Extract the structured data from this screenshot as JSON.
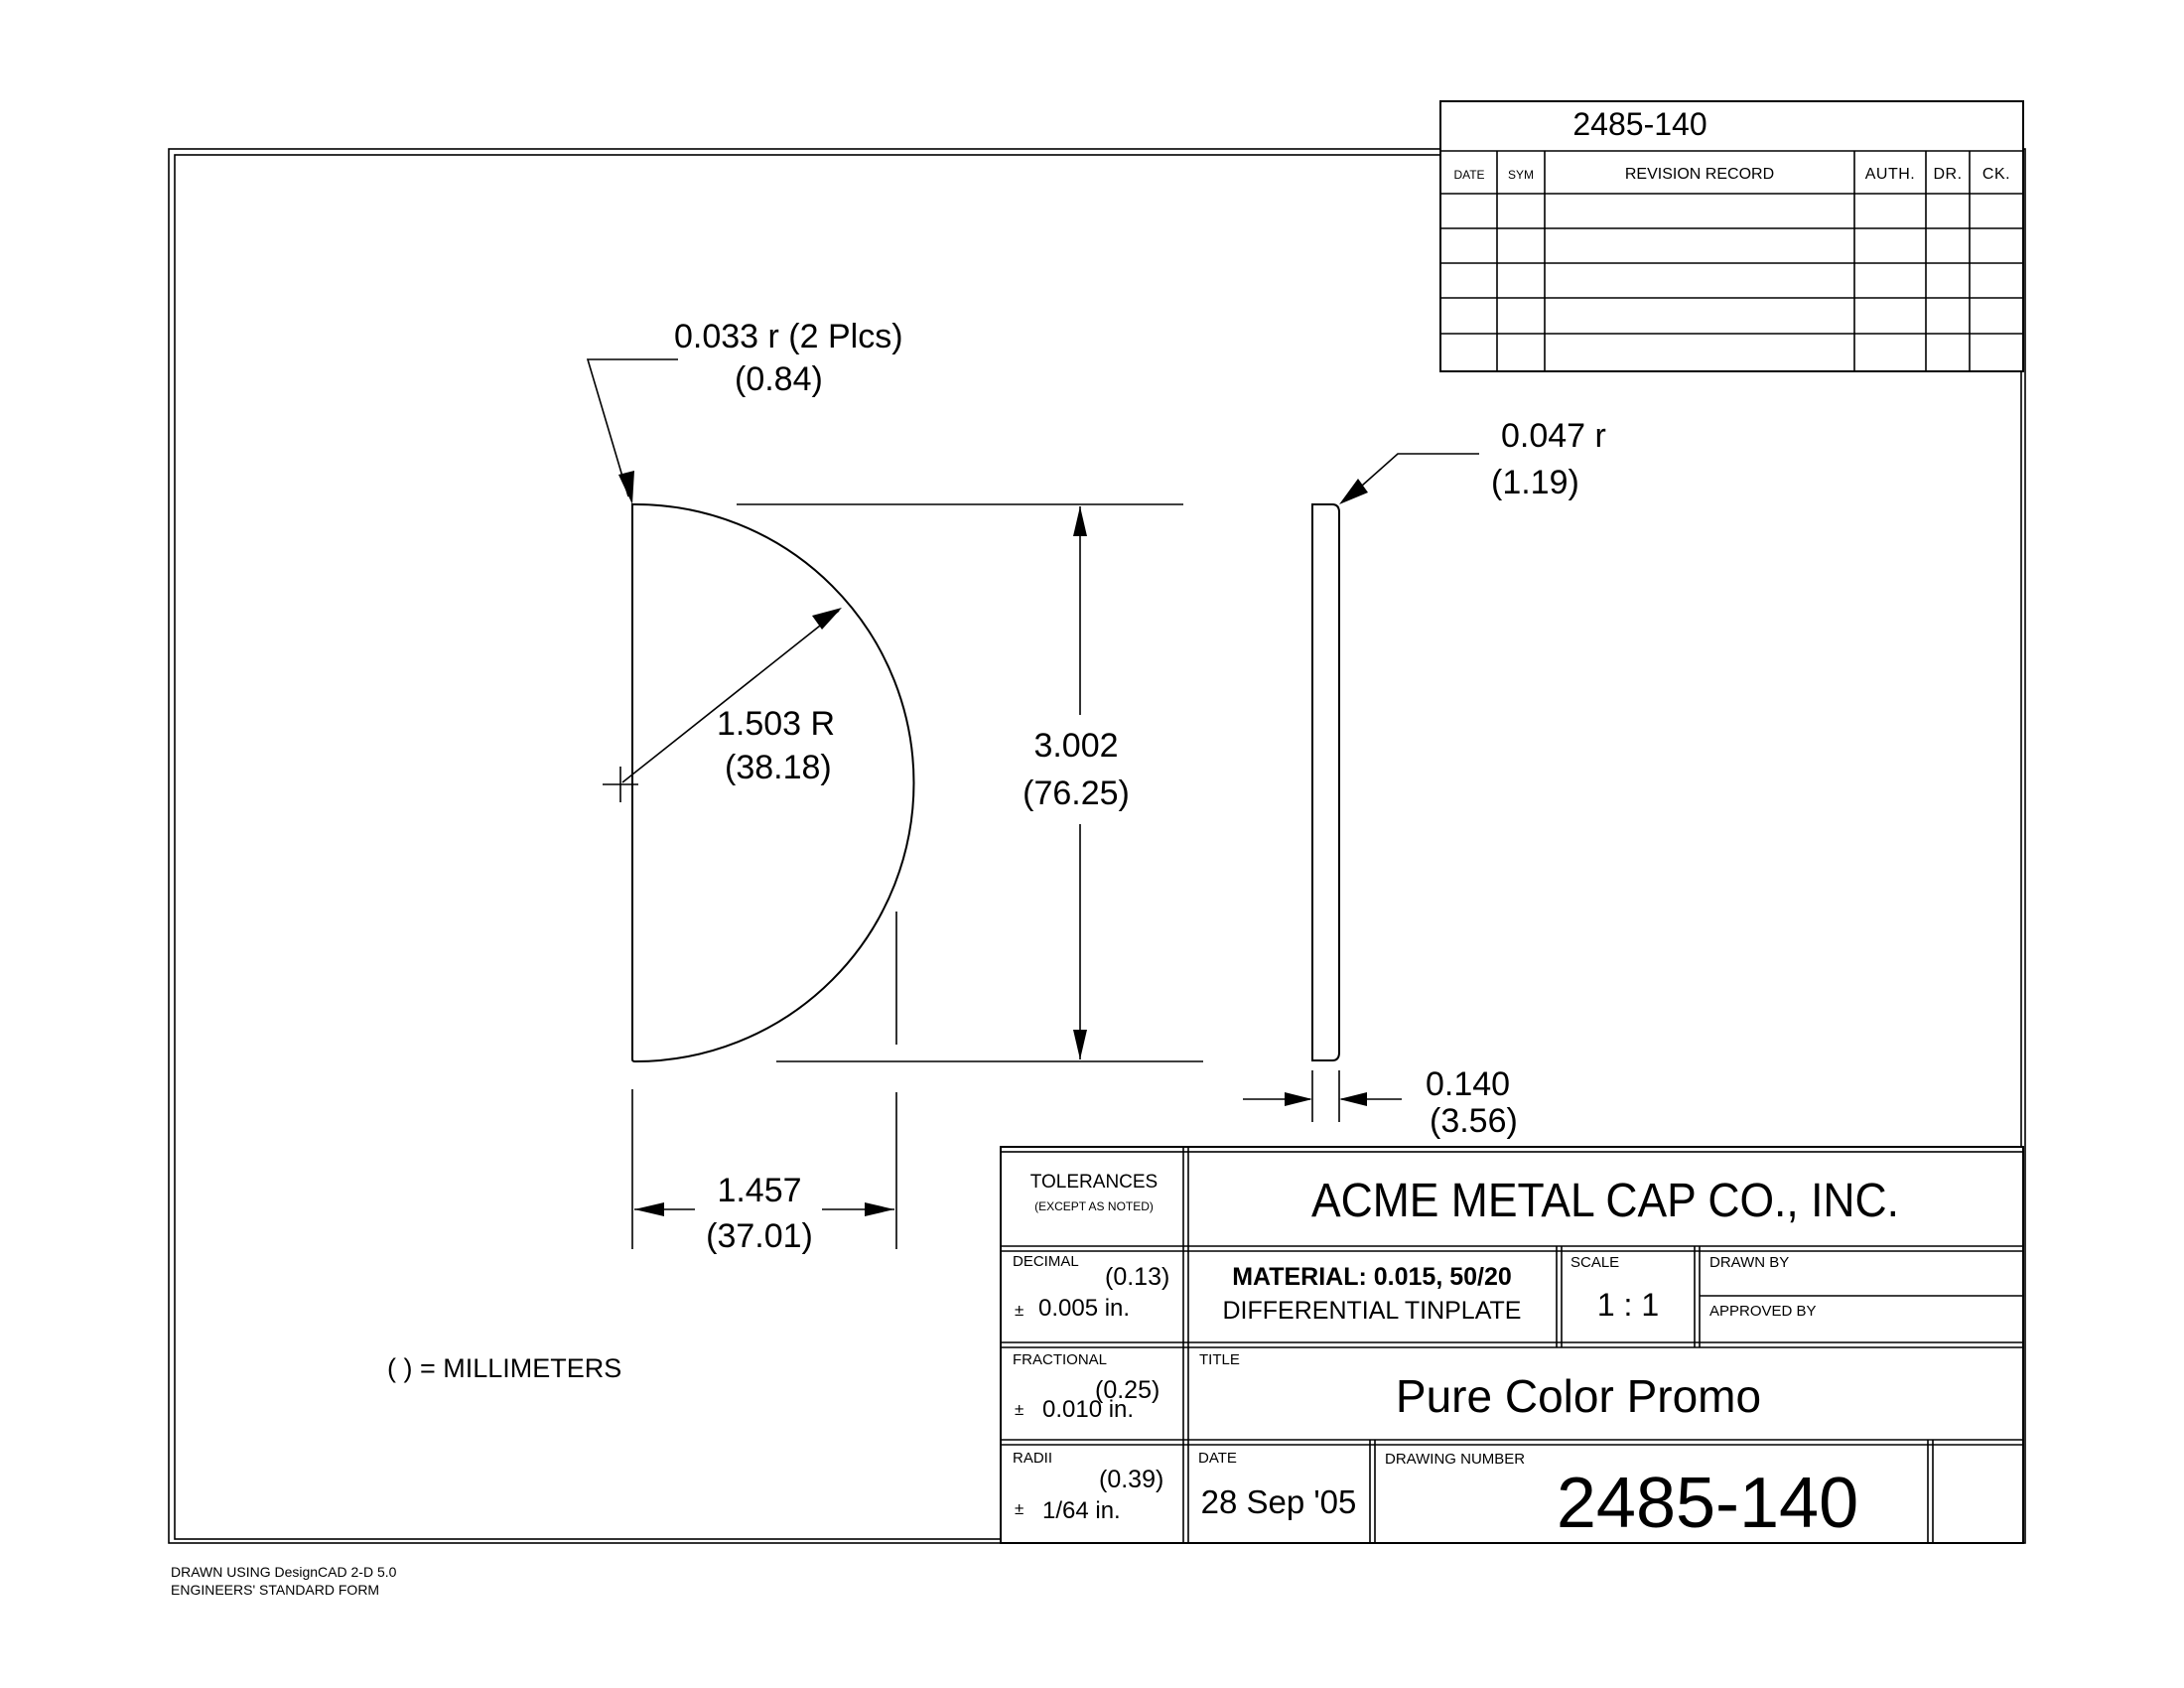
{
  "revision_block": {
    "number": "2485-140",
    "headers": [
      "DATE",
      "SYM",
      "REVISION RECORD",
      "AUTH.",
      "DR.",
      "CK."
    ]
  },
  "dimensions": {
    "corner_radius": {
      "in": "0.033 r (2 Plcs)",
      "mm": "(0.84)"
    },
    "edge_radius": {
      "in": "0.047 r",
      "mm": "(1.19)"
    },
    "arc_radius": {
      "in": "1.503 R",
      "mm": "(38.18)"
    },
    "height": {
      "in": "3.002",
      "mm": "(76.25)"
    },
    "thickness": {
      "in": "0.140",
      "mm": "(3.56)"
    },
    "width": {
      "in": "1.457",
      "mm": "(37.01)"
    }
  },
  "units_note": "( ) = MILLIMETERS",
  "title_block": {
    "tolerances": "TOLERANCES",
    "except_noted": "(EXCEPT AS NOTED)",
    "company": "ACME METAL CAP CO., INC.",
    "decimal_label": "DECIMAL",
    "decimal_mm": "(0.13)",
    "decimal_value": "0.005 in.",
    "fractional_label": "FRACTIONAL",
    "fractional_mm": "(0.25)",
    "fractional_value": "0.010 in.",
    "radii_label": "RADII",
    "radii_mm": "(0.39)",
    "radii_value": "1/64 in.",
    "plus_minus": "±",
    "material_line1": "MATERIAL:  0.015,  50/20",
    "material_line2": "DIFFERENTIAL TINPLATE",
    "scale_label": "SCALE",
    "scale_value": "1 : 1",
    "drawn_by_label": "DRAWN BY",
    "approved_by_label": "APPROVED BY",
    "title_label": "TITLE",
    "title_value": "Pure Color Promo",
    "date_label": "DATE",
    "date_value": "28 Sep '05",
    "drawing_number_label": "DRAWING NUMBER",
    "drawing_number_value": "2485-140"
  },
  "footer": {
    "line1": "DRAWN USING DesignCAD 2-D 5.0",
    "line2": "ENGINEERS' STANDARD FORM"
  }
}
